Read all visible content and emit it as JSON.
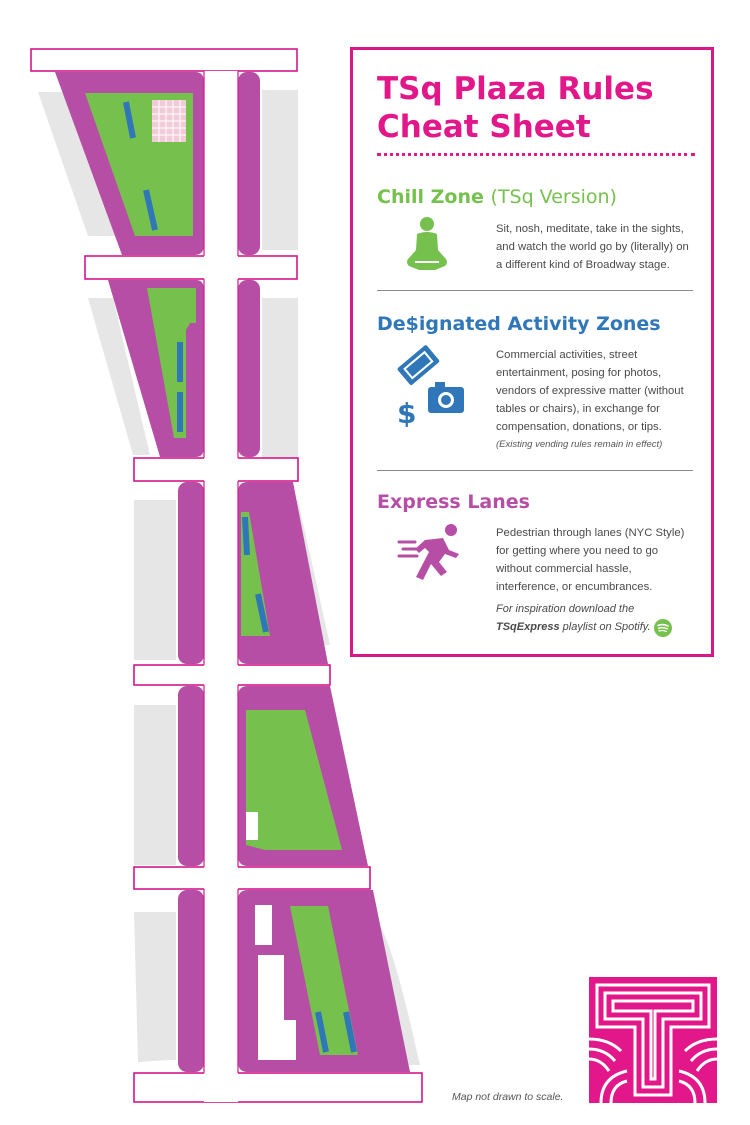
{
  "title": "TSq Plaza Rules Cheat Sheet",
  "colors": {
    "magenta": "#b64ea5",
    "green": "#76c14d",
    "blue": "#2f77b8",
    "street_white": "#ffffff",
    "building_gray": "#e6e6e6",
    "accent_pink": "#e2178a"
  },
  "sections": [
    {
      "heading": "Chill Zone",
      "subheading": "(TSq Version)",
      "icon": "meditating-person-icon",
      "color": "#76c14d",
      "text": "Sit, nosh, meditate, take in the sights, and watch the world go by (literally) on a different kind of Broadway stage."
    },
    {
      "heading": "De$ignated Activity Zones",
      "icon": "ticket-camera-dollar-icon",
      "color": "#2f77b8",
      "text": "Commercial activities, street entertainment, posing for photos, vendors of expressive matter (without tables or chairs), in exchange for compensation, donations, or tips.",
      "note": "(Existing vending rules remain in effect)"
    },
    {
      "heading": "Express Lanes",
      "icon": "running-person-icon",
      "color": "#b64ea5",
      "text": "Pedestrian through lanes (NYC Style) for getting where you need to go without commercial hassle, interference, or encumbrances.",
      "inspiration_prefix": "For inspiration download the",
      "inspiration_bold": "TSqExpress",
      "inspiration_suffix": "playlist on Spotify."
    }
  ],
  "map_note": "Map not drawn to scale.",
  "logo_icon": "tsq-t-logo-icon",
  "spotify_icon": "spotify-icon"
}
